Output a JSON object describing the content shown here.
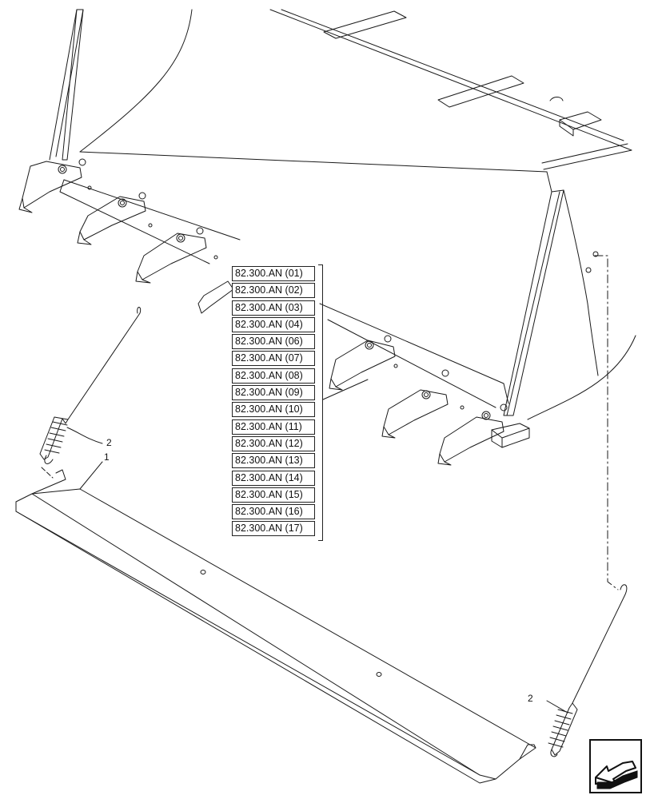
{
  "references": [
    "82.300.AN (01)",
    "82.300.AN (02)",
    "82.300.AN (03)",
    "82.300.AN (04)",
    "82.300.AN (06)",
    "82.300.AN (07)",
    "82.300.AN (08)",
    "82.300.AN (09)",
    "82.300.AN (10)",
    "82.300.AN (11)",
    "82.300.AN (12)",
    "82.300.AN (13)",
    "82.300.AN (14)",
    "82.300.AN (15)",
    "82.300.AN (16)",
    "82.300.AN (17)"
  ],
  "callouts": {
    "spring_left": "2",
    "plate": "1",
    "spring_right": "2"
  },
  "navigation": {
    "icon": "arrow-back-icon"
  }
}
